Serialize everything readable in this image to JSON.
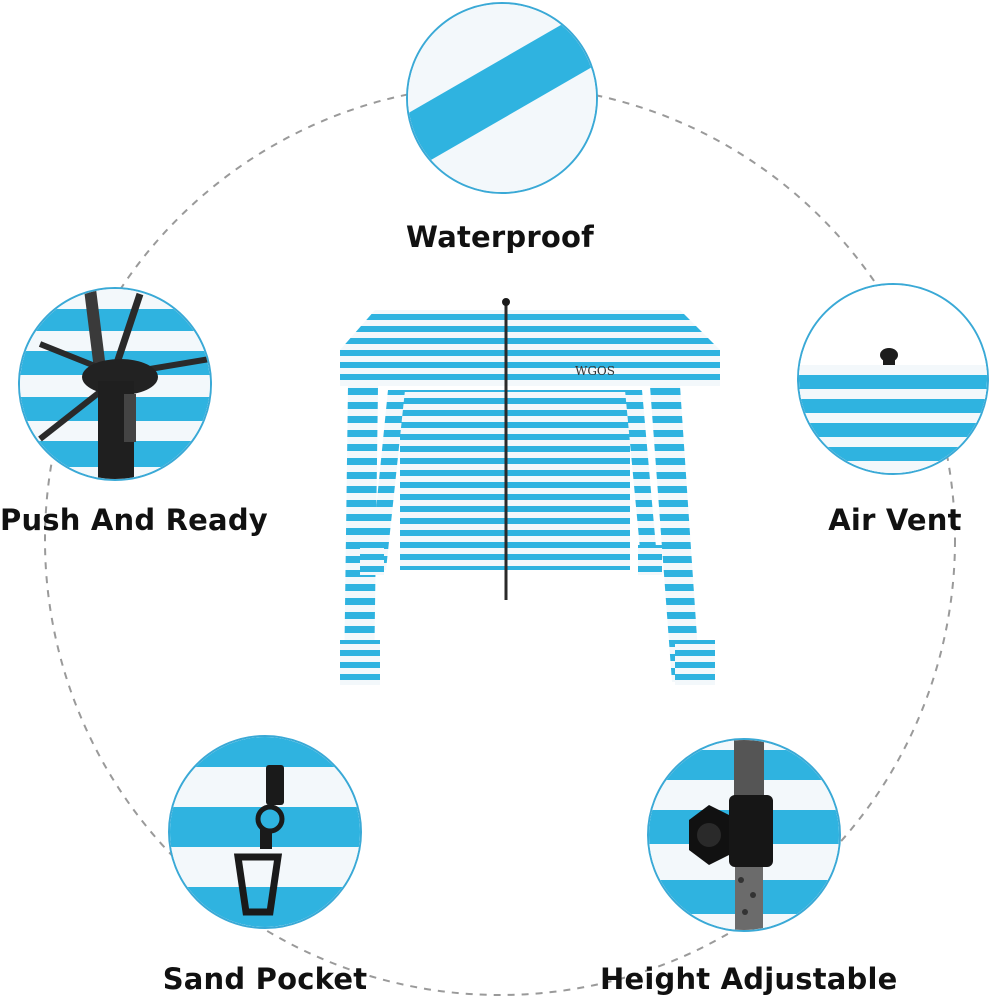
{
  "brand_mark": "WGOS",
  "features": [
    {
      "id": "waterproof",
      "caption": "Waterproof",
      "icon": "striped-fabric-closeup"
    },
    {
      "id": "push",
      "caption": "Push And Ready",
      "icon": "hub-mechanism-closeup"
    },
    {
      "id": "vent",
      "caption": "Air Vent",
      "icon": "roof-vent-closeup"
    },
    {
      "id": "sand",
      "caption": "Sand Pocket",
      "icon": "strap-buckle-closeup"
    },
    {
      "id": "height",
      "caption": "Height Adjustable",
      "icon": "pole-knob-closeup"
    }
  ],
  "colors": {
    "stripe_blue": "#2fb3e0",
    "stripe_white": "#f3f8fb",
    "pole": "#2a2a2a",
    "ring_dash": "#9a9a9a"
  }
}
